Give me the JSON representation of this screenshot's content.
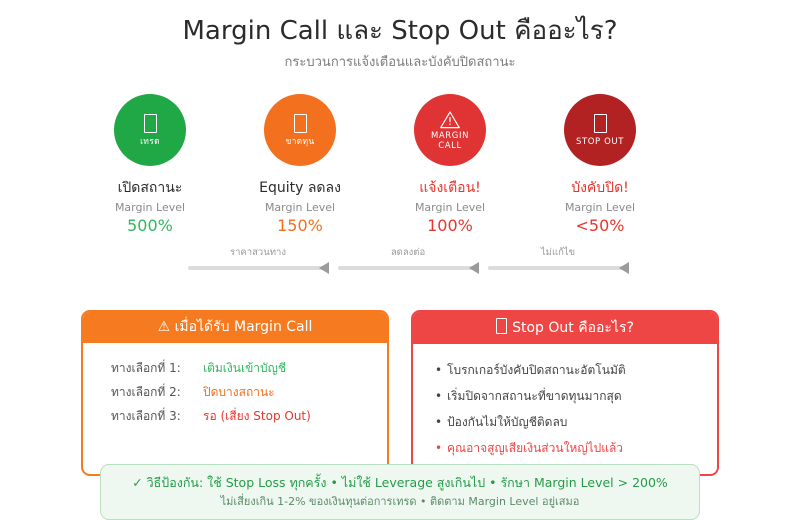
{
  "header": {
    "title": "Margin Call และ Stop Out คืออะไร?",
    "subtitle": "กระบวนการแจ้งเตือนและบังคับปิดสถานะ"
  },
  "colors": {
    "green": "#1fa845",
    "orange": "#f2701e",
    "red": "#e03434",
    "dark_red": "#b32222",
    "value_green": "#2eb85c",
    "value_orange": "#f2701e",
    "value_red": "#e8352e",
    "tip_green": "#259b4a"
  },
  "flow": {
    "nodes": [
      {
        "icon": "document-tofu-icon",
        "circle_caption": "เทรด",
        "circle_color": "#1fa845",
        "title": "เปิดสถานะ",
        "title_color": "#2b2b2b",
        "sublabel": "Margin Level",
        "value": "500%",
        "value_color": "#2eb85c"
      },
      {
        "icon": "chart-down-tofu-icon",
        "circle_caption": "ขาดทุน",
        "circle_color": "#f2701e",
        "title": "Equity ลดลง",
        "title_color": "#2b2b2b",
        "sublabel": "Margin Level",
        "value": "150%",
        "value_color": "#f2701e"
      },
      {
        "icon": "warning-triangle-icon",
        "circle_caption": "MARGIN CALL",
        "circle_color": "#e03434",
        "title": "แจ้งเตือน!",
        "title_color": "#e8352e",
        "sublabel": "Margin Level",
        "value": "100%",
        "value_color": "#e8352e"
      },
      {
        "icon": "stop-tofu-icon",
        "circle_caption": "STOP OUT",
        "circle_color": "#b32222",
        "title": "บังคับปิด!",
        "title_color": "#e8352e",
        "sublabel": "Margin Level",
        "value": "<50%",
        "value_color": "#e8352e"
      }
    ],
    "arrows": [
      {
        "label": "ราคาสวนทาง"
      },
      {
        "label": "ลดลงต่อ"
      },
      {
        "label": "ไม่แก้ไข"
      }
    ]
  },
  "panels": {
    "margin_call": {
      "icon": "warning-triangle-icon",
      "icon_glyph": "⚠",
      "title": "เมื่อได้รับ Margin Call",
      "options": [
        {
          "label": "ทางเลือกที่ 1:",
          "value": "เติมเงินเข้าบัญชี",
          "color": "#2eb85c"
        },
        {
          "label": "ทางเลือกที่ 2:",
          "value": "ปิดบางสถานะ",
          "color": "#f2701e"
        },
        {
          "label": "ทางเลือกที่ 3:",
          "value": "รอ (เสี่ยง Stop Out)",
          "color": "#e8352e"
        }
      ]
    },
    "stop_out": {
      "icon": "missing-glyph-tofu-icon",
      "title": "Stop Out คืออะไร?",
      "bullets": [
        {
          "text": "โบรกเกอร์บังคับปิดสถานะอัตโนมัติ",
          "warn": false
        },
        {
          "text": "เริ่มปิดจากสถานะที่ขาดทุนมากสุด",
          "warn": false
        },
        {
          "text": "ป้องกันไม่ให้บัญชีติดลบ",
          "warn": false
        },
        {
          "text": "คุณอาจสูญเสียเงินส่วนใหญ่ไปแล้ว",
          "warn": true
        }
      ]
    }
  },
  "tip": {
    "check_glyph": "✓",
    "main": "วิธีป้องกัน: ใช้ Stop Loss ทุกครั้ง • ไม่ใช้ Leverage สูงเกินไป • รักษา Margin Level > 200%",
    "sub": "ไม่เสี่ยงเกิน 1-2% ของเงินทุนต่อการเทรด • ติดตาม Margin Level อยู่เสมอ"
  }
}
